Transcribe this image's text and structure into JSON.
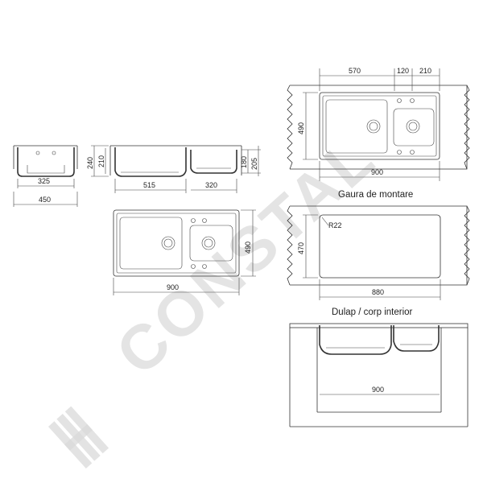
{
  "captions": {
    "mounting_hole": "Gaura de montare",
    "cabinet": "Dulap / corp interior"
  },
  "watermark": {
    "text": "CONSTAL",
    "color": "#d9d9d9"
  },
  "side_views": {
    "bowl_small_width": "325",
    "bowl_small_overall": "450",
    "front_overall_height": "240",
    "front_left_height": "210",
    "front_left_width": "515",
    "front_right_width": "320",
    "front_right_height": "180",
    "front_right_overall": "205"
  },
  "plan_view": {
    "width": "900",
    "height": "490"
  },
  "top_right_view": {
    "dim_570": "570",
    "dim_120": "120",
    "dim_210": "210",
    "height": "490",
    "width": "900"
  },
  "cutout_view": {
    "height": "470",
    "radius": "R22",
    "width": "880"
  },
  "cabinet_view": {
    "width": "900"
  }
}
